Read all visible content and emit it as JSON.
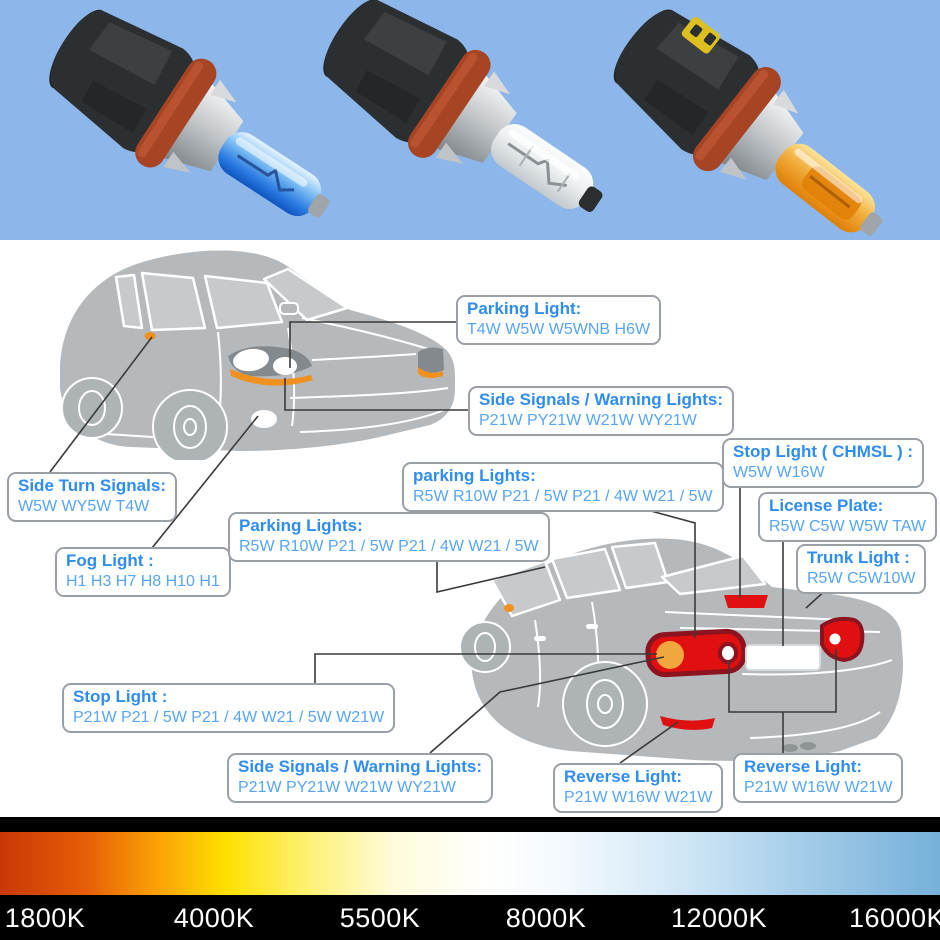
{
  "hero": {
    "bulb_icons": [
      "blue-coated-halogen-bulb",
      "clear-halogen-bulb",
      "amber-halogen-bulb"
    ]
  },
  "diagram": {
    "callouts": [
      {
        "key": "parking-light-front",
        "title": "Parking Light:",
        "value": "T4W W5W W5WNB H6W"
      },
      {
        "key": "side-signals-front",
        "title": "Side Signals / Warning Lights:",
        "value": "P21W PY21W W21W WY21W"
      },
      {
        "key": "side-turn-signals",
        "title": "Side Turn Signals:",
        "value": "W5W WY5W T4W"
      },
      {
        "key": "fog-light",
        "title": "Fog Light :",
        "value": "H1 H3 H7 H8 H10 H1"
      },
      {
        "key": "parking-lights-upper",
        "title": "parking Lights:",
        "value": "R5W R10W P21 / 5W P21 / 4W W21 / 5W"
      },
      {
        "key": "parking-lights-lower",
        "title": "Parking Lights:",
        "value": "R5W R10W P21 / 5W P21 / 4W W21 / 5W"
      },
      {
        "key": "stop-light-chmsl",
        "title": "Stop Light ( CHMSL ) :",
        "value": "W5W W16W"
      },
      {
        "key": "license-plate",
        "title": "License Plate:",
        "value": "R5W C5W W5W TAW"
      },
      {
        "key": "trunk-light",
        "title": "Trunk Light :",
        "value": "R5W C5W10W"
      },
      {
        "key": "stop-light-rear",
        "title": "Stop Light :",
        "value": "P21W P21 / 5W P21 / 4W W21 / 5W W21W"
      },
      {
        "key": "side-signals-rear",
        "title": "Side Signals / Warning Lights:",
        "value": "P21W PY21W W21W WY21W"
      },
      {
        "key": "reverse-light-center",
        "title": "Reverse Light:",
        "value": "P21W W16W W21W"
      },
      {
        "key": "reverse-light-right",
        "title": "Reverse Light:",
        "value": "P21W W16W W21W"
      }
    ]
  },
  "temperature_scale": {
    "labels": [
      "1800K",
      "4000K",
      "5500K",
      "8000K",
      "12000K",
      "16000K"
    ]
  },
  "colors": {
    "header_background": "#8db7eb",
    "accent_text_blue": "#2f8df0",
    "box_border_gray": "#9aa0a6",
    "signal_orange": "#f0901e",
    "tail_light_red": "#e01010",
    "scale_warm_end": "#c93706",
    "scale_cool_end": "#76b1da"
  }
}
